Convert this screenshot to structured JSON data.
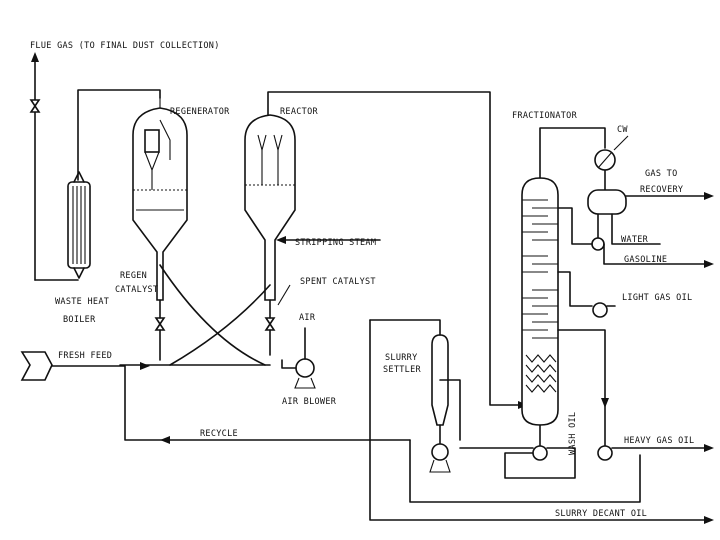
{
  "labels": {
    "flue_gas": "FLUE GAS (TO FINAL DUST COLLECTION)",
    "regenerator": "REGENERATOR",
    "reactor": "REACTOR",
    "fractionator": "FRACTIONATOR",
    "cw": "CW",
    "gas_to": "GAS TO",
    "recovery": "RECOVERY",
    "water": "WATER",
    "gasoline": "GASOLINE",
    "stripping_steam": "STRIPPING STEAM",
    "spent_catalyst": "SPENT CATALYST",
    "regen": "REGEN",
    "catalyst": "CATALYST",
    "waste_heat": "WASTE HEAT",
    "boiler": "BOILER",
    "air": "AIR",
    "fresh_feed": "FRESH FEED",
    "air_blower": "AIR BLOWER",
    "slurry": "SLURRY",
    "settler": "SETTLER",
    "light_gas_oil": "LIGHT GAS OIL",
    "wash_oil": "WASH OIL",
    "heavy_gas_oil": "HEAVY GAS OIL",
    "recycle": "RECYCLE",
    "slurry_decant_oil": "SLURRY DECANT OIL"
  }
}
